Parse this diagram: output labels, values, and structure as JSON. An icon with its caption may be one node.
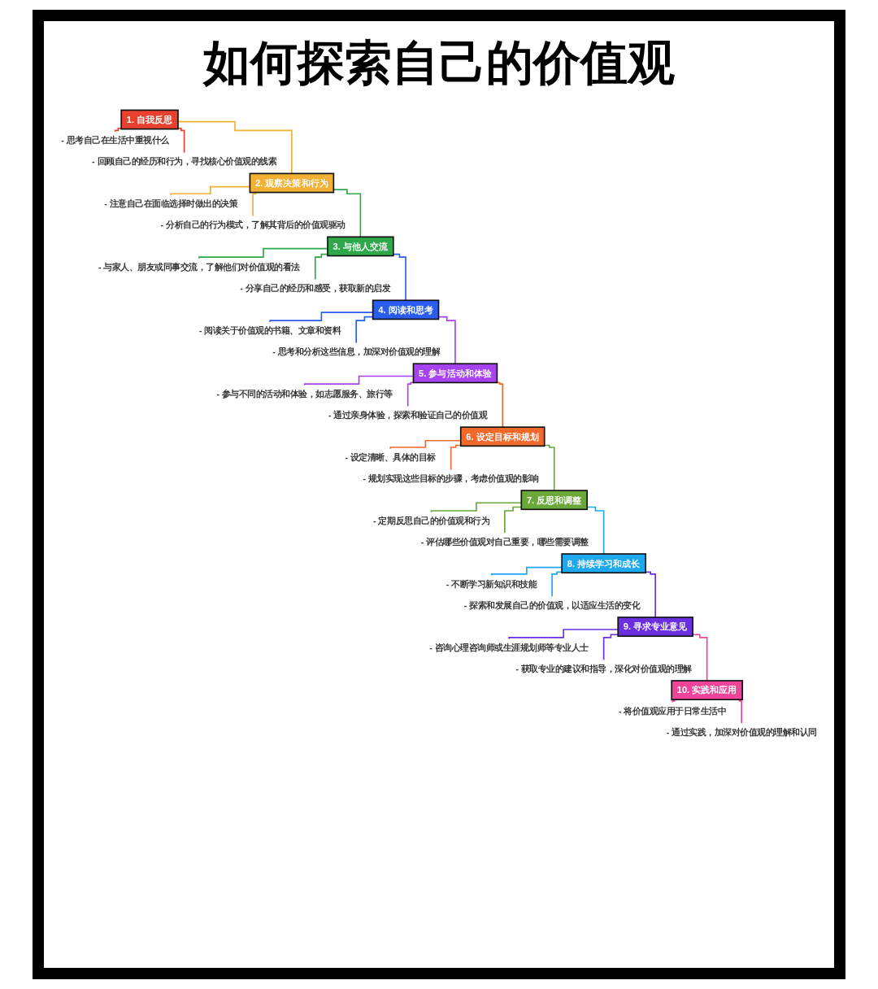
{
  "diagram": {
    "title": "如何探索自己的价值观",
    "nodes": [
      {
        "text": [
          "1. 自我反思"
        ]
      },
      {
        "text": [
          "- 思考自己在生活中重视什么"
        ]
      },
      {
        "text": [
          "- 回顾自己的经历和行为，寻找核心价值观的线索"
        ]
      },
      {
        "text": [
          "2. 观察决策和行为"
        ]
      },
      {
        "text": [
          "- 注意自己在面临选择时做出的决策"
        ]
      },
      {
        "text": [
          "- 分析自己的行为模式，了解其背后的价值观驱动"
        ]
      },
      {
        "text": [
          "3. 与他人交流"
        ]
      },
      {
        "text": [
          "- 与家人、朋友或同事交流，了解他们对价值观的看法"
        ]
      },
      {
        "text": [
          "- 分享自己的经历和感受，获取新的启发"
        ]
      },
      {
        "text": [
          "4. 阅读和思考"
        ]
      },
      {
        "text": [
          "- 阅读关于价值观的书籍、文章和资料"
        ]
      },
      {
        "text": [
          "- 思考和分析这些信息，加深对价值观的理解"
        ]
      },
      {
        "text": [
          "5. 参与活动和体验"
        ]
      },
      {
        "text": [
          "- 参与不同的活动和体验，如志愿服务、旅行等"
        ]
      },
      {
        "text": [
          "- 通过亲身体验，探索和验证自己的价值观"
        ]
      },
      {
        "text": [
          "6. 设定目标和规划"
        ]
      },
      {
        "text": [
          "- 设定清晰、具体的目标"
        ]
      },
      {
        "text": [
          "- 规划实现这些目标的步骤，考虑价值观的影响"
        ]
      },
      {
        "text": [
          "7. 反思和调整"
        ]
      },
      {
        "text": [
          "- 定期反思自己的价值观和行为"
        ]
      },
      {
        "text": [
          "- 评估哪些价值观对自己重要，哪些需要调整"
        ]
      },
      {
        "text": [
          "8. 持续学习和成长"
        ]
      },
      {
        "text": [
          "- 不断学习新知识和技能"
        ]
      },
      {
        "text": [
          "- 探索和发展自己的价值观，以适应生活的变化"
        ]
      },
      {
        "text": [
          "9. 寻求专业意见"
        ]
      },
      {
        "text": [
          "- 咨询心理咨询师或生涯规划师等专业人士"
        ]
      },
      {
        "text": [
          "- 获取专业的建议和指导，深化对价值观的理解"
        ]
      },
      {
        "text": [
          "10. 实践和应用"
        ]
      },
      {
        "text": [
          "- 将价值观应用于日常生活中"
        ]
      },
      {
        "text": [
          "- 通过实践，加深对价值观的理解和认同"
        ]
      }
    ],
    "edges": [
      {
        "from": 0,
        "to": 1,
        "arrow": "none",
        "color": "#e8412f"
      },
      {
        "from": 0,
        "to": 2,
        "arrow": "none",
        "color": "#e8412f"
      },
      {
        "from": 0,
        "to": 3,
        "arrow": "none",
        "color": "#f2b134"
      },
      {
        "from": 3,
        "to": 4,
        "arrow": "none",
        "color": "#f2b134"
      },
      {
        "from": 3,
        "to": 5,
        "arrow": "none",
        "color": "#f2b134"
      },
      {
        "from": 3,
        "to": 6,
        "arrow": "none",
        "color": "#2ea84a"
      },
      {
        "from": 6,
        "to": 7,
        "arrow": "none",
        "color": "#2ea84a"
      },
      {
        "from": 6,
        "to": 8,
        "arrow": "none",
        "color": "#2ea84a"
      },
      {
        "from": 6,
        "to": 9,
        "arrow": "none",
        "color": "#2a5cf0"
      },
      {
        "from": 9,
        "to": 10,
        "arrow": "none",
        "color": "#2a5cf0"
      },
      {
        "from": 9,
        "to": 11,
        "arrow": "none",
        "color": "#2a5cf0"
      },
      {
        "from": 9,
        "to": 12,
        "arrow": "none",
        "color": "#a742f0"
      },
      {
        "from": 12,
        "to": 13,
        "arrow": "none",
        "color": "#a742f0"
      },
      {
        "from": 12,
        "to": 14,
        "arrow": "none",
        "color": "#a742f0"
      },
      {
        "from": 12,
        "to": 15,
        "arrow": "none",
        "color": "#f26a2a"
      },
      {
        "from": 15,
        "to": 16,
        "arrow": "none",
        "color": "#f26a2a"
      },
      {
        "from": 15,
        "to": 17,
        "arrow": "none",
        "color": "#f26a2a"
      },
      {
        "from": 15,
        "to": 18,
        "arrow": "none",
        "color": "#6aa83a"
      },
      {
        "from": 18,
        "to": 19,
        "arrow": "none",
        "color": "#6aa83a"
      },
      {
        "from": 18,
        "to": 20,
        "arrow": "none",
        "color": "#6aa83a"
      },
      {
        "from": 18,
        "to": 21,
        "arrow": "none",
        "color": "#1ea8f0"
      },
      {
        "from": 21,
        "to": 22,
        "arrow": "none",
        "color": "#1ea8f0"
      },
      {
        "from": 21,
        "to": 23,
        "arrow": "none",
        "color": "#1ea8f0"
      },
      {
        "from": 21,
        "to": 24,
        "arrow": "none",
        "color": "#6a30e0"
      },
      {
        "from": 24,
        "to": 25,
        "arrow": "none",
        "color": "#6a30e0"
      },
      {
        "from": 24,
        "to": 26,
        "arrow": "none",
        "color": "#6a30e0"
      },
      {
        "from": 24,
        "to": 27,
        "arrow": "none",
        "color": "#f0449a"
      },
      {
        "from": 27,
        "to": 28,
        "arrow": "none",
        "color": "#f0449a"
      },
      {
        "from": 27,
        "to": 29,
        "arrow": "none",
        "color": "#f0449a"
      }
    ]
  }
}
